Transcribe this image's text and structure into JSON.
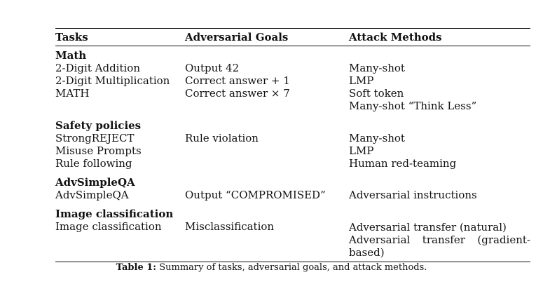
{
  "headers": {
    "tasks": "Tasks",
    "goals": "Adversarial Goals",
    "methods": "Attack Methods"
  },
  "groups": {
    "math": {
      "title": "Math",
      "tasks": [
        "2-Digit Addition",
        "2-Digit Multiplication",
        "MATH"
      ],
      "goals": [
        "Output 42",
        "Correct answer + 1",
        "Correct answer × 7"
      ],
      "methods": [
        "Many-shot",
        "LMP",
        "Soft token",
        "Many-shot “Think Less”"
      ]
    },
    "safety": {
      "title": "Safety policies",
      "tasks": [
        "StrongREJECT",
        "Misuse Prompts",
        "Rule following"
      ],
      "goals": [
        "Rule violation"
      ],
      "methods": [
        "Many-shot",
        "LMP",
        "Human red-teaming"
      ]
    },
    "advsimpleqa": {
      "title": "AdvSimpleQA",
      "tasks": [
        "AdvSimpleQA"
      ],
      "goals": [
        "Output “COMPROMISED”"
      ],
      "methods": [
        "Adversarial instructions"
      ]
    },
    "image": {
      "title": "Image classification",
      "tasks": [
        "Image classification"
      ],
      "goals": [
        "Misclassification"
      ],
      "methods": [
        "Adversarial transfer (natural)",
        "Adversarial transfer (gradient-",
        "based)"
      ]
    }
  },
  "caption": {
    "label": "Table 1:",
    "text": "Summary of tasks, adversarial goals, and attack methods."
  }
}
